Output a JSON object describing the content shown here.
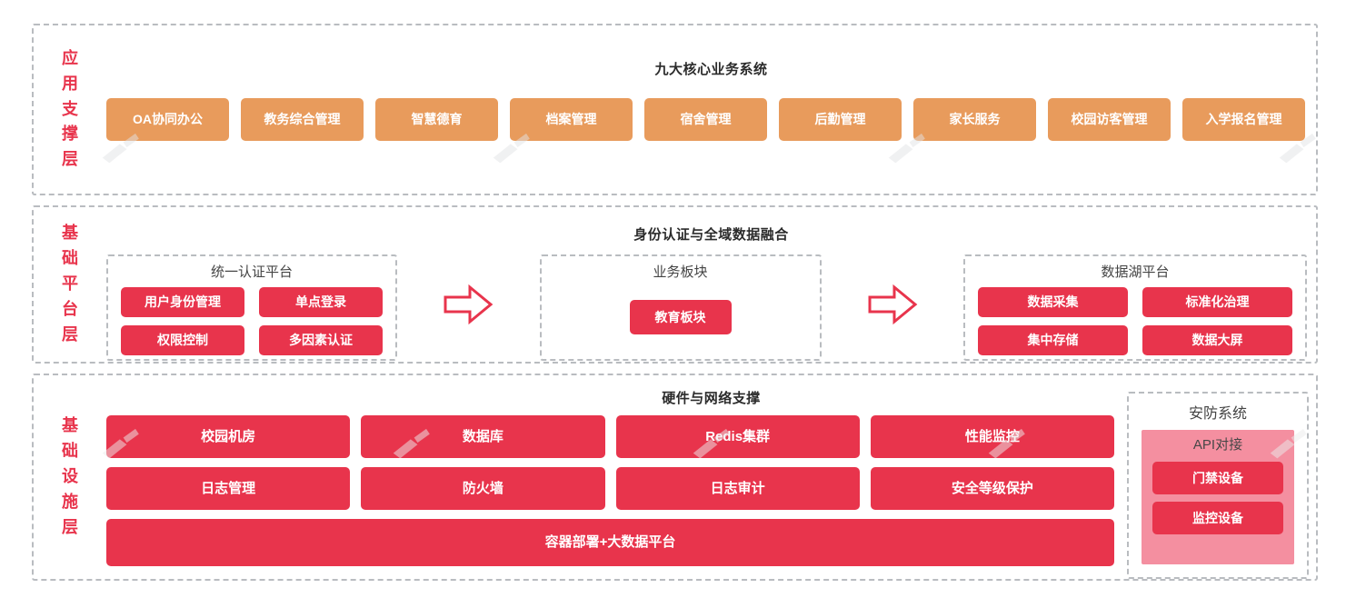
{
  "layers": [
    {
      "caption": "应用支撑层",
      "caption_chars": [
        "应",
        "用",
        "支",
        "撑",
        "层"
      ],
      "title": "九大核心业务系统",
      "color": "#e89b5c",
      "apps": [
        "OA协同办公",
        "教务综合管理",
        "智慧德育",
        "档案管理",
        "宿舍管理",
        "后勤管理",
        "家长服务",
        "校园访客管理",
        "入学报名管理"
      ]
    },
    {
      "caption": "基础平台层",
      "caption_chars": [
        "基",
        "础",
        "平",
        "台",
        "层"
      ],
      "title": "身份认证与全域数据融合",
      "color": "#e8344c",
      "groups": [
        {
          "name": "统一认证平台",
          "items": [
            "用户身份管理",
            "单点登录",
            "权限控制",
            "多因素认证"
          ]
        },
        {
          "name": "业务板块",
          "items": [
            "教育板块"
          ]
        },
        {
          "name": "数据湖平台",
          "items": [
            "数据采集",
            "标准化治理",
            "集中存储",
            "数据大屏"
          ]
        }
      ],
      "arrow_icon": "right-arrow-outline"
    },
    {
      "caption": "基础设施层",
      "caption_chars": [
        "基",
        "础",
        "设",
        "施",
        "层"
      ],
      "title": "硬件与网络支撑",
      "color": "#e8344c",
      "infra_grid": [
        "校园机房",
        "数据库",
        "Redis集群",
        "性能监控",
        "日志管理",
        "防火墙",
        "日志审计",
        "安全等级保护"
      ],
      "infra_wide": "容器部署+大数据平台",
      "security": {
        "title": "安防系统",
        "api_title": "API对接",
        "panel_color": "#f48fa0",
        "devices": [
          "门禁设备",
          "监控设备"
        ]
      }
    }
  ],
  "palette": {
    "orange": "#e89b5c",
    "red": "#e8344c",
    "pink": "#f48fa0",
    "dashed_border": "#b9bcc0",
    "title_text": "#2b2b2b",
    "group_text": "#444444"
  }
}
